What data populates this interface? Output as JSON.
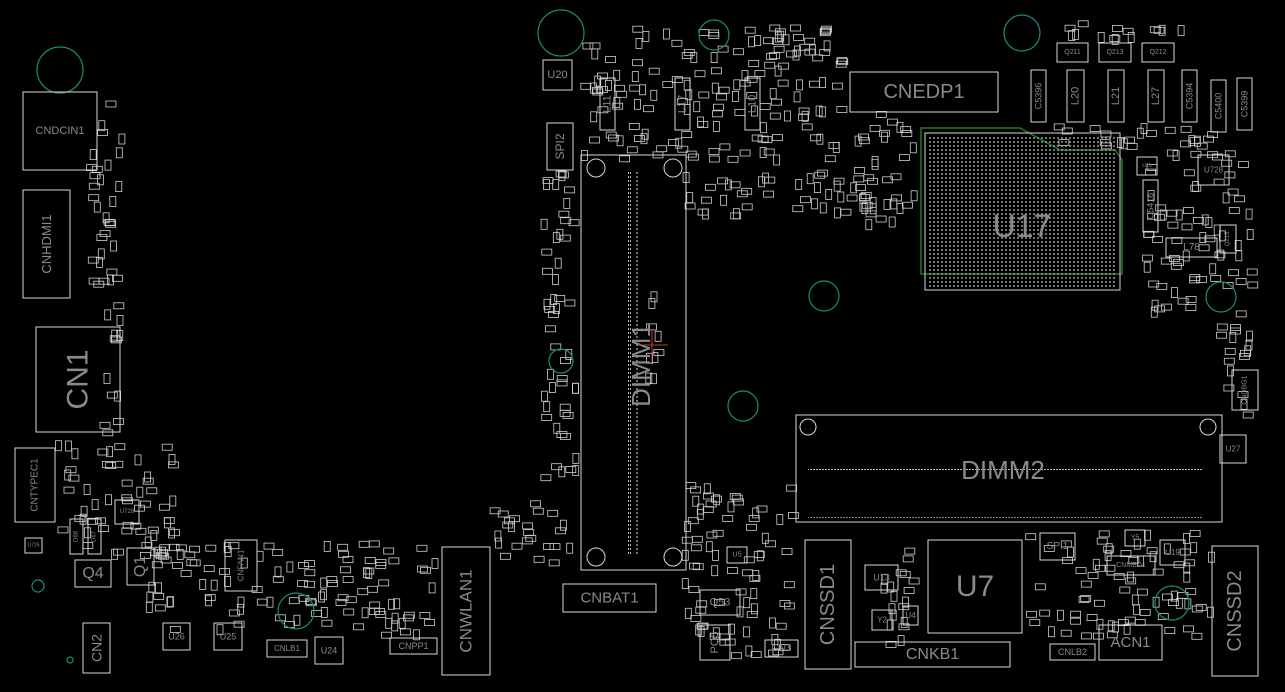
{
  "board": {
    "colors": {
      "background": "#000000",
      "outline": "#d8d8d8",
      "label": "#8a8a8a",
      "hole": "#1e8a80",
      "cpu_outline": "#1f7a1f",
      "cursor": "#c0392b"
    },
    "components": {
      "cndcin1": "CNDCIN1",
      "cnhdmi1": "CNHDMI1",
      "cn1": "CN1",
      "cntypec1": "CNTYPEC1",
      "q4": "Q4",
      "q1": "Q1",
      "cn2": "CN2",
      "u728b": "U728",
      "u726": "U726",
      "d68": "D68",
      "d67": "D67",
      "u26": "U26",
      "u25": "U25",
      "u24": "U24",
      "cnlb1": "CNLB1",
      "cnfan1": "CNFAN1",
      "cnpp1": "CNPP1",
      "cnwlan1": "CNWLAN1",
      "cnbat1": "CNBAT1",
      "dimm1": "DIMM1",
      "u20": "U20",
      "spi2": "SPI2",
      "l11": "L11",
      "l17": "L17",
      "l10": "L10",
      "cnedp1": "CNEDP1",
      "u17": "U17",
      "q211": "Q211",
      "q213": "Q213",
      "q212": "Q212",
      "c5396": "C5396",
      "l20": "L20",
      "l21": "L21",
      "l27": "L27",
      "c5394": "C5394",
      "c5400": "C5400",
      "c5399": "C5399",
      "u728": "U728",
      "c5416": "C5416",
      "l78": "L78",
      "u15": "U15",
      "q215": "Q215",
      "dimm2": "DIMM2",
      "cnssd1": "CNSSD1",
      "u7": "U7",
      "cnkb1": "CNKB1",
      "spi1": "SPI1",
      "u13": "U13",
      "u4": "U4",
      "y2": "Y2",
      "acn1": "ACN1",
      "cnlb2": "CNLB2",
      "cnmbd1": "CNMBD1",
      "u19": "U19",
      "y5": "Y5",
      "cnssd2": "CNSSD2",
      "q53": "Q53",
      "pq5": "PQ5",
      "cn3": "CN3",
      "u5": "U5",
      "u27": "U27",
      "cndbg1": "CNDBG1"
    }
  }
}
